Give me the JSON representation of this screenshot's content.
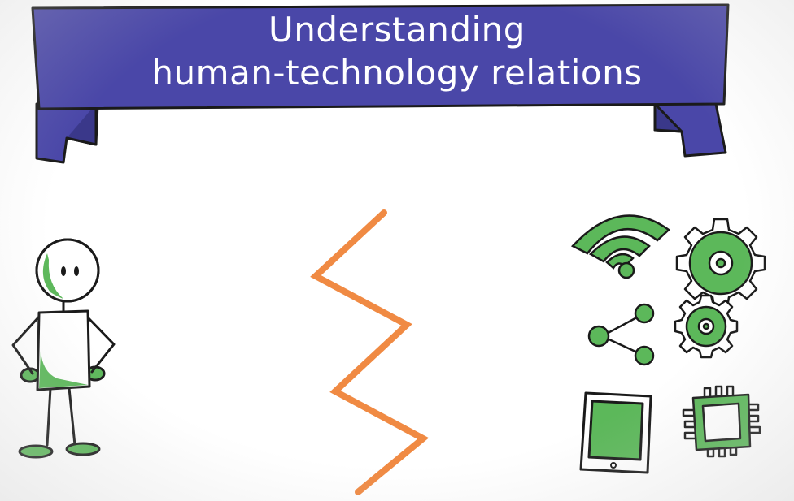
{
  "banner": {
    "title_line_1": "Understanding",
    "title_line_2": "human-technology relations",
    "color": "#4a47a8"
  },
  "colors": {
    "accent_green": "#5cb85a",
    "zigzag_orange": "#f08a43",
    "ink": "#1a1a1a"
  },
  "illustrations": {
    "left": "stick-figure-human",
    "center": "zigzag-divider",
    "right": [
      "wifi-icon",
      "gear-icon",
      "share-icon",
      "tablet-icon",
      "chip-icon"
    ]
  }
}
